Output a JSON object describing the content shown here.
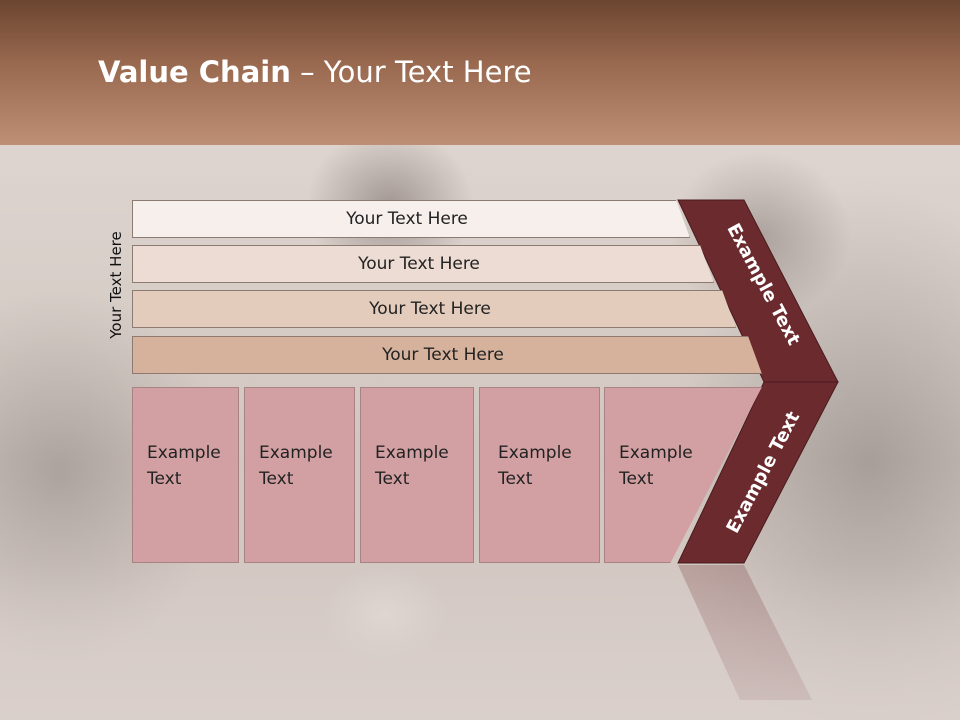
{
  "slide": {
    "title_bold": "Value Chain",
    "title_rest": " – Your Text Here",
    "vertical_label": "Your Text Here",
    "bars": [
      {
        "label": "Your Text Here",
        "fill": "#f7efec"
      },
      {
        "label": "Your Text Here",
        "fill": "#ecdcd3"
      },
      {
        "label": "Your Text Here",
        "fill": "#e3ccbc"
      },
      {
        "label": "Your Text Here",
        "fill": "#d6b29c"
      }
    ],
    "columns": [
      {
        "line1": "Example",
        "line2": "Text"
      },
      {
        "line1": "Example",
        "line2": "Text"
      },
      {
        "line1": "Example",
        "line2": "Text"
      },
      {
        "line1": "Example",
        "line2": "Text"
      },
      {
        "line1": "Example",
        "line2": "Text"
      }
    ],
    "chevron_top_label": "Example Text",
    "chevron_bottom_label": "Example Text",
    "colors": {
      "header": "#9a6a50",
      "chevron": "#6b2a2e",
      "column_fill": "#d2a0a2"
    }
  }
}
